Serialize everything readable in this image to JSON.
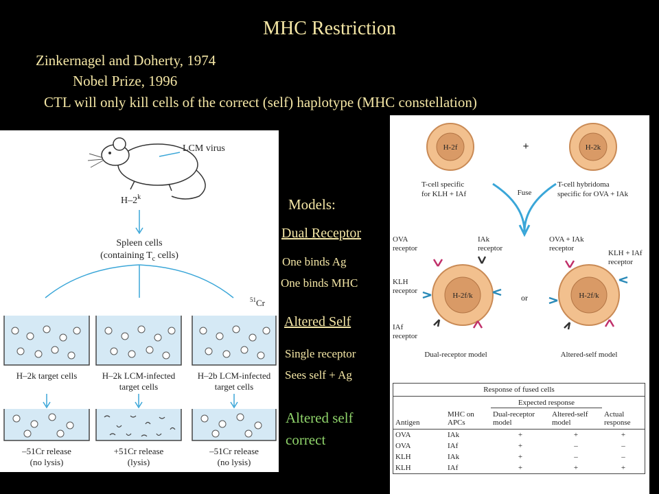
{
  "slide": {
    "title": "MHC Restriction",
    "author_line": "Zinkernagel and Doherty, 1974",
    "prize_line": "Nobel Prize, 1996",
    "statement": "CTL will only kill cells of the correct (self) haplotype (MHC constellation)",
    "models_label": "Models:",
    "dual_receptor": {
      "heading": "Dual Receptor",
      "lines": [
        "One binds Ag",
        "One binds MHC"
      ]
    },
    "altered_self": {
      "heading": "Altered Self",
      "lines": [
        "Single receptor",
        "Sees self + Ag"
      ]
    },
    "conclusion": [
      "Altered self",
      "correct"
    ]
  },
  "colors": {
    "text": "#f5e7a6",
    "conclusion": "#8fd36a",
    "cell_fill": "#f2c08e",
    "nucleus_fill": "#d99a66",
    "arrow": "#3aa6d8",
    "well_fluid": "#d5e9f5"
  },
  "figure_left": {
    "virus_label": "LCM virus",
    "mouse_haplotype": "H–2",
    "mouse_haplotype_sup": "k",
    "spleen_line1": "Spleen cells",
    "spleen_line2": "(containing T",
    "spleen_line2_sub": "c",
    "spleen_line2_end": " cells)",
    "chromium_label": "Cr",
    "chromium_mass": "51",
    "wells": [
      {
        "line1": "H–2k target cells",
        "line2": "",
        "release": "–51Cr release",
        "outcome": "(no lysis)"
      },
      {
        "line1": "H–2k LCM-infected",
        "line2": "target cells",
        "release": "+51Cr release",
        "outcome": "(lysis)"
      },
      {
        "line1": "H–2b LCM-infected",
        "line2": "target cells",
        "release": "–51Cr release",
        "outcome": "(no lysis)"
      }
    ]
  },
  "figure_right": {
    "cell_a": "H-2f",
    "cell_b": "H-2k",
    "plus": "+",
    "fuse": "Fuse",
    "tcell_a_line1": "T-cell specific",
    "tcell_a_line2": "for KLH + IAf",
    "tcell_b_line1": "T-cell hybridoma",
    "tcell_b_line2": "specific for OVA + IAk",
    "dual_labels": [
      "OVA",
      "receptor",
      "IAk",
      "receptor",
      "KLH",
      "receptor",
      "IAf",
      "receptor"
    ],
    "altered_labels": [
      "OVA + IAk",
      "receptor",
      "KLH + IAf",
      "receptor"
    ],
    "hybrid": "H-2f/k",
    "or": "or",
    "dual_model": "Dual-receptor model",
    "altered_model": "Altered-self model",
    "table": {
      "caption": "Response of fused cells",
      "expected": "Expected response",
      "headers": [
        "Antigen",
        "MHC on APCs",
        "Dual-receptor model",
        "Altered-self model",
        "Actual response"
      ],
      "rows": [
        [
          "OVA",
          "IAk",
          "+",
          "+",
          "+"
        ],
        [
          "OVA",
          "IAf",
          "+",
          "–",
          "–"
        ],
        [
          "KLH",
          "IAk",
          "+",
          "–",
          "–"
        ],
        [
          "KLH",
          "IAf",
          "+",
          "+",
          "+"
        ]
      ]
    }
  }
}
